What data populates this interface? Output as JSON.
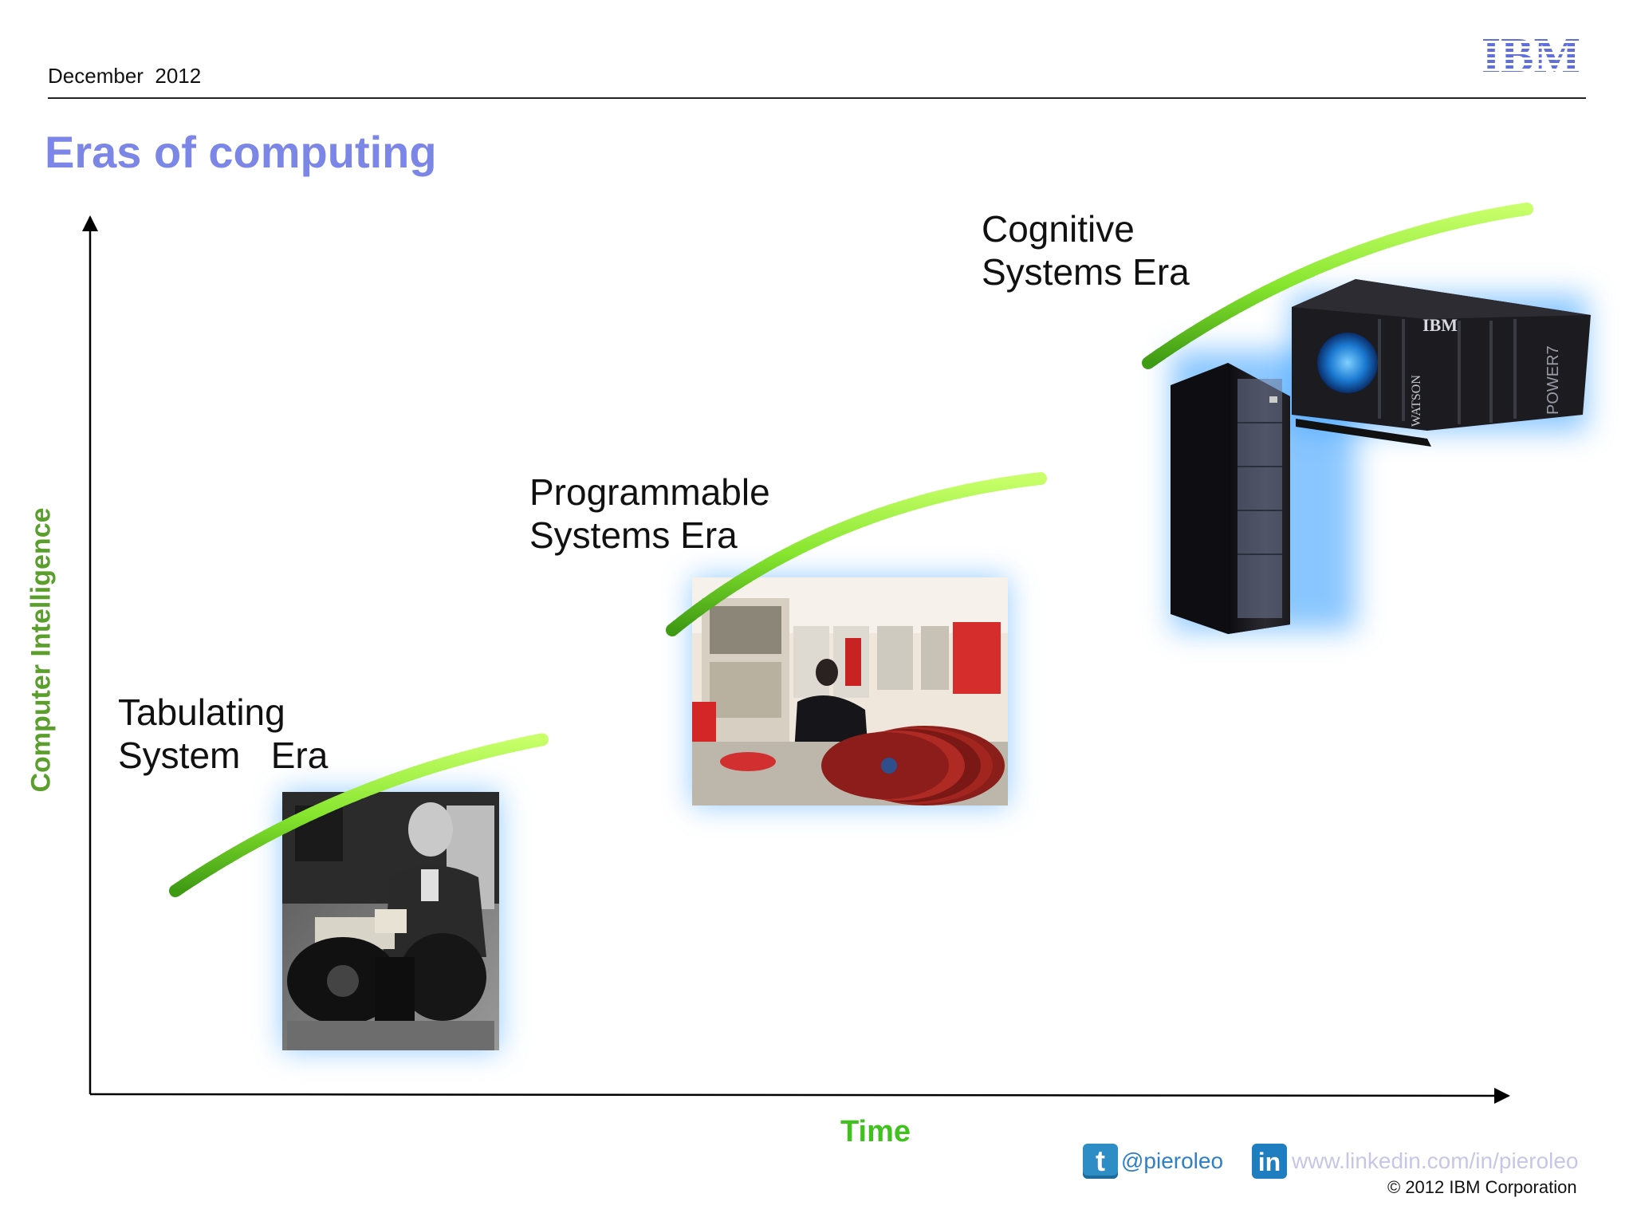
{
  "header": {
    "date": "December  2012",
    "logo_text": "IBM"
  },
  "title": "Eras of computing",
  "axes": {
    "y_label": "Computer Intelligence",
    "x_label": "Time"
  },
  "eras": [
    {
      "name": "Tabulating\nSystem   Era",
      "image": "tabulating-machine-photo"
    },
    {
      "name": "Programmable\nSystems Era",
      "image": "mainframe-room-photo"
    },
    {
      "name": "Cognitive\nSystems Era",
      "image": "watson-power7-servers"
    }
  ],
  "server_text": {
    "brand": "IBM",
    "watson": "WATSON",
    "power": "POWER7"
  },
  "footer": {
    "twitter_icon": "twitter-icon",
    "twitter_handle": "@pieroleo",
    "linkedin_icon": "linkedin-icon",
    "linkedin_url": "www.linkedin.com/in/pieroleo",
    "copyright": "© 2012 IBM Corporation"
  },
  "colors": {
    "title": "#7b86e6",
    "y_label": "#5a9e2c",
    "x_label": "#3fc21d",
    "curve": "#7ad82a",
    "glow": "#3aa0ff"
  }
}
